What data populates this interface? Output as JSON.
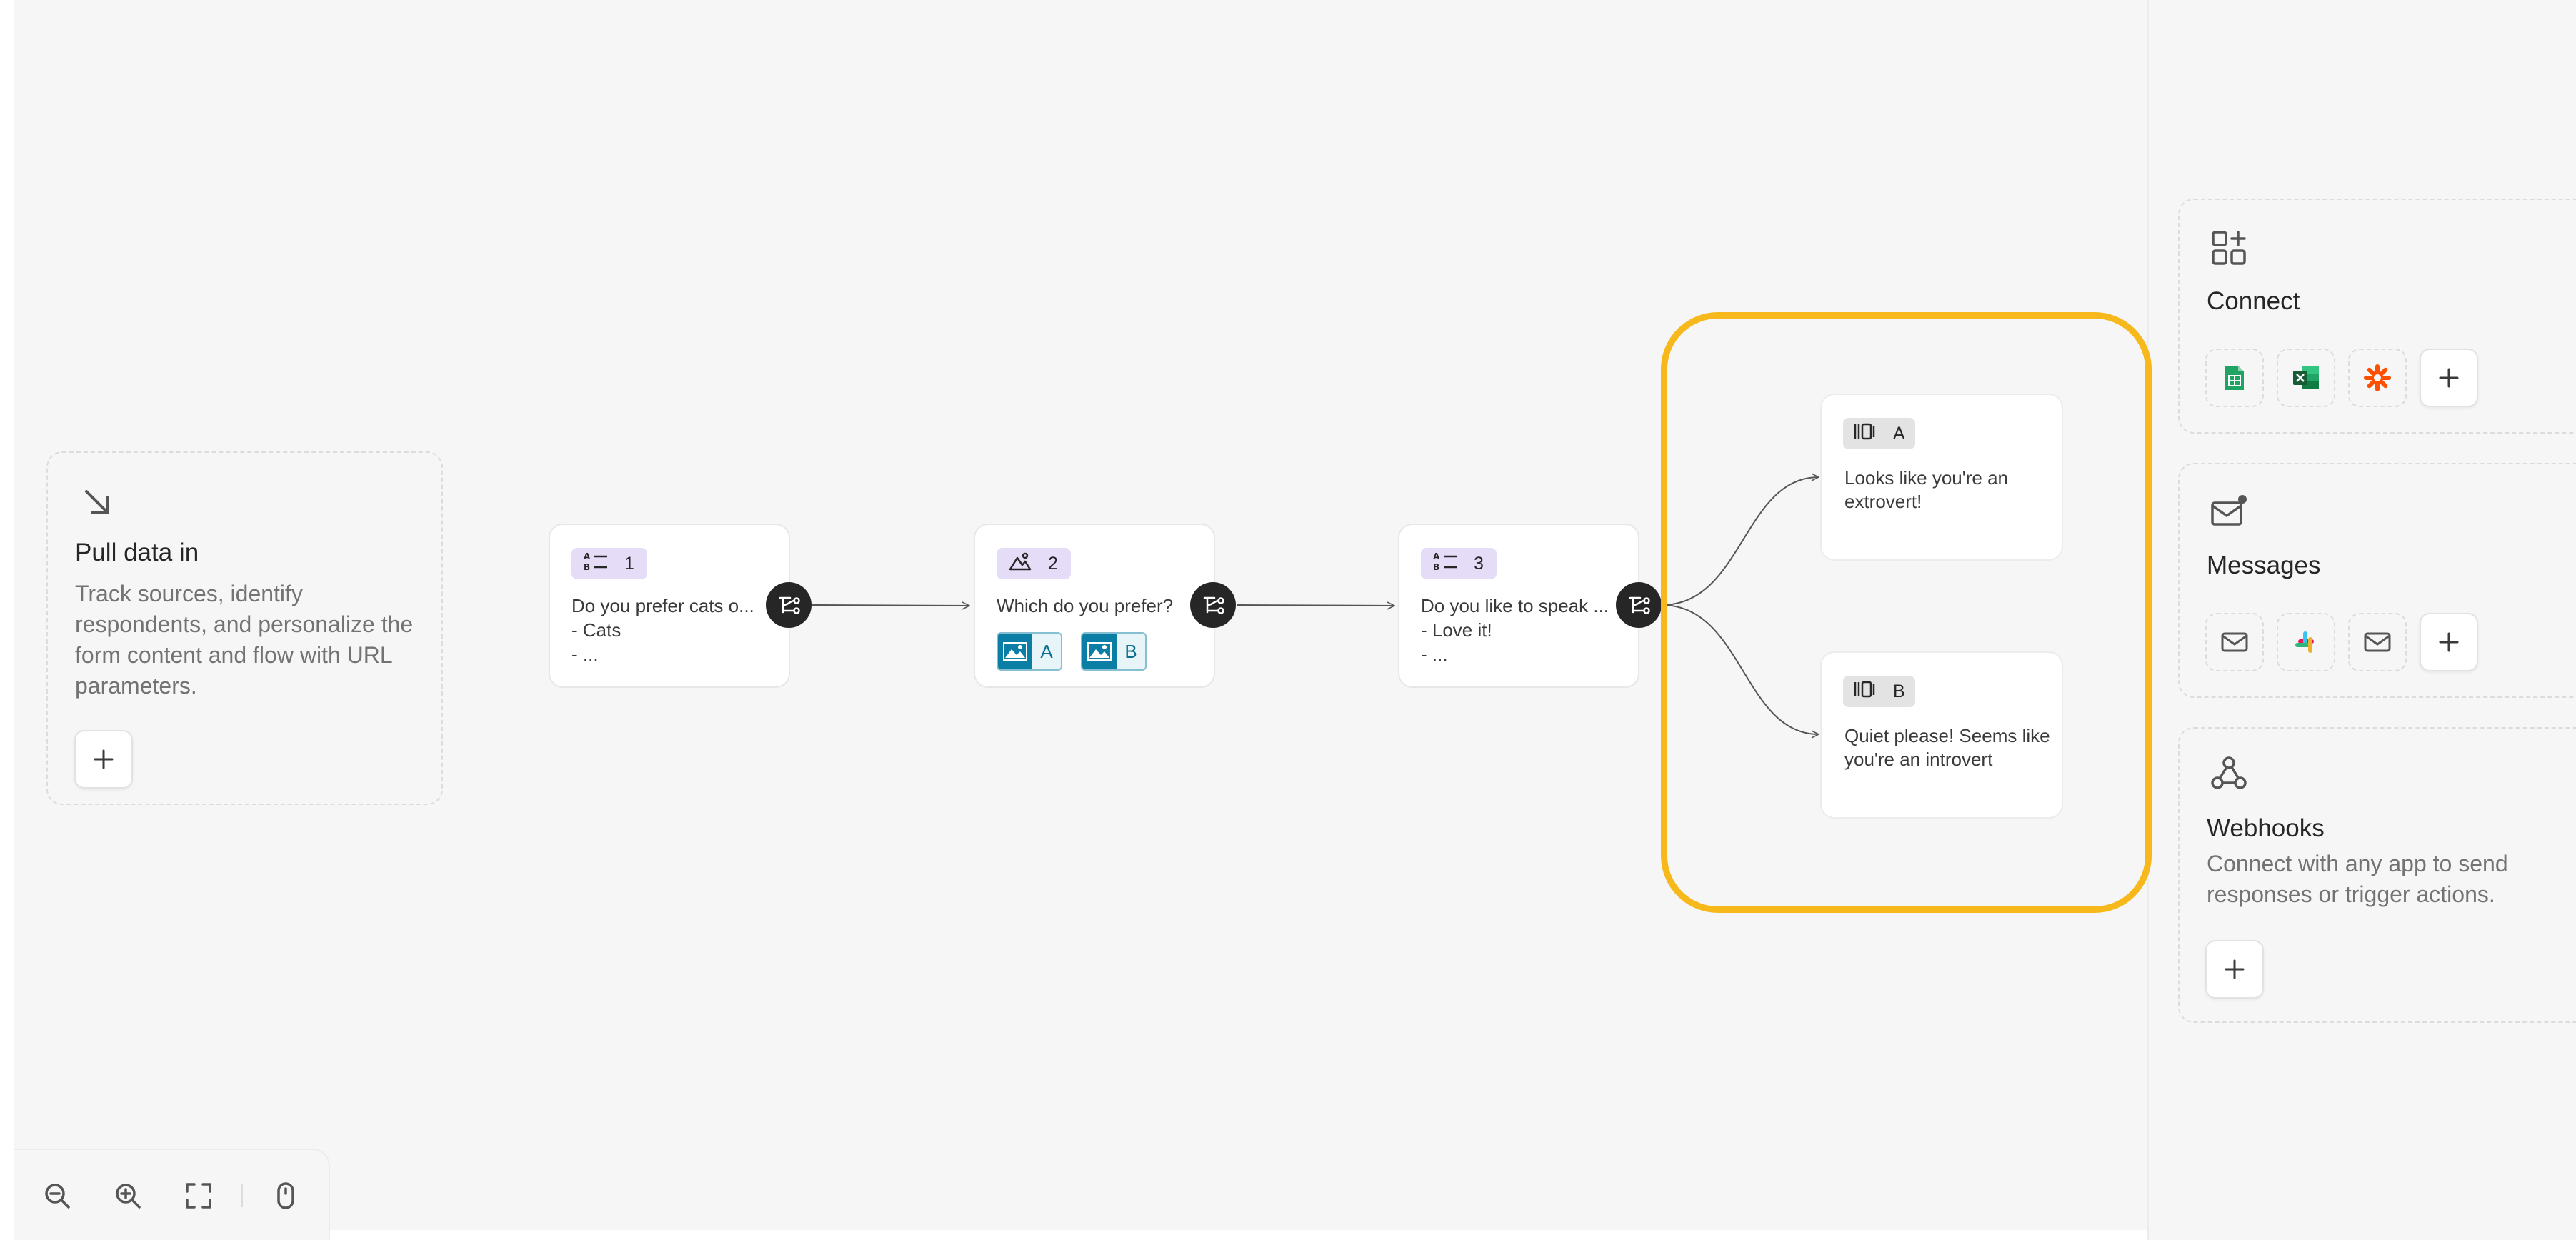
{
  "pull_data": {
    "icon": "arrow-down-right-icon",
    "title": "Pull data in",
    "description": "Track sources, identify respondents, and personalize the form content and flow with URL parameters."
  },
  "questions": [
    {
      "number": "1",
      "icon": "multiple-choice-icon",
      "lines": [
        "Do you prefer cats o...",
        "- Cats",
        "- ..."
      ]
    },
    {
      "number": "2",
      "icon": "picture-choice-icon",
      "lines": [
        "Which do you prefer?"
      ],
      "choices": [
        "A",
        "B"
      ]
    },
    {
      "number": "3",
      "icon": "multiple-choice-icon",
      "lines": [
        "Do you like to speak ...",
        "- Love it!",
        "- ..."
      ]
    }
  ],
  "endings": [
    {
      "label": "A",
      "icon": "ending-screen-icon",
      "text": "Looks like you're an extrovert!"
    },
    {
      "label": "B",
      "icon": "ending-screen-icon",
      "text": "Quiet please! Seems like you're an introvert"
    }
  ],
  "integrations": {
    "connect": {
      "title": "Connect",
      "icon": "connect-apps-icon",
      "apps": [
        "google-sheets-icon",
        "excel-icon",
        "zapier-icon"
      ]
    },
    "messages": {
      "title": "Messages",
      "icon": "mail-notification-icon",
      "apps": [
        "mail-icon",
        "slack-icon",
        "mail-icon"
      ]
    },
    "webhooks": {
      "title": "Webhooks",
      "icon": "webhook-icon",
      "description": "Connect with any app to send responses or trigger actions."
    }
  },
  "toolbar": {
    "buttons": [
      "zoom-out-icon",
      "zoom-in-icon",
      "fit-view-icon",
      "mouse-icon"
    ]
  },
  "colors": {
    "highlight": "#f6b81b",
    "question_badge": "#e5dcf8",
    "ending_badge": "#e3e3e3",
    "picture_choice": "#0a7ea5",
    "branch_button": "#262627"
  }
}
